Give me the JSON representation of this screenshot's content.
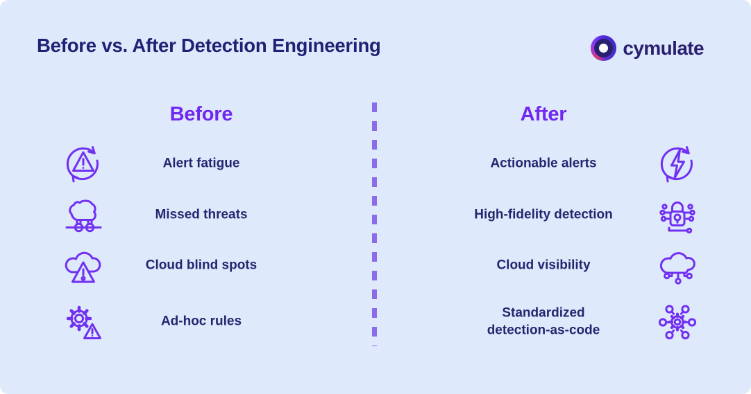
{
  "page": {
    "title": "Before vs. After Detection Engineering",
    "background_color": "#deeafb"
  },
  "logo": {
    "text": "cymulate",
    "mark": "cymulate-ring-logo-icon",
    "colors": {
      "ring_indigo": "#4b2bd8",
      "ring_purple": "#8a3cf0",
      "ring_pink": "#e23a6e",
      "text_navy": "#2b1f6f"
    }
  },
  "colors": {
    "title_navy": "#1f2274",
    "heading_purple": "#7127f2",
    "label_navy": "#23276f",
    "icon_purple": "#7130f2",
    "divider_purple": "#8a6ceb"
  },
  "divider": {
    "style": "vertical-dashed"
  },
  "before": {
    "heading": "Before",
    "items": [
      {
        "label": "Alert fatigue",
        "icon": "alert-cycle-icon"
      },
      {
        "label": "Missed threats",
        "icon": "trojan-horse-icon"
      },
      {
        "label": "Cloud blind spots",
        "icon": "cloud-warning-icon"
      },
      {
        "label": "Ad-hoc rules",
        "icon": "gear-warning-icon"
      }
    ]
  },
  "after": {
    "heading": "After",
    "items": [
      {
        "label": "Actionable alerts",
        "icon": "bolt-cycle-icon"
      },
      {
        "label": "High-fidelity detection",
        "icon": "lock-circuit-icon"
      },
      {
        "label": "Cloud visibility",
        "icon": "cloud-network-icon"
      },
      {
        "label": "Standardized\ndetection-as-code",
        "icon": "gear-network-icon"
      }
    ]
  }
}
